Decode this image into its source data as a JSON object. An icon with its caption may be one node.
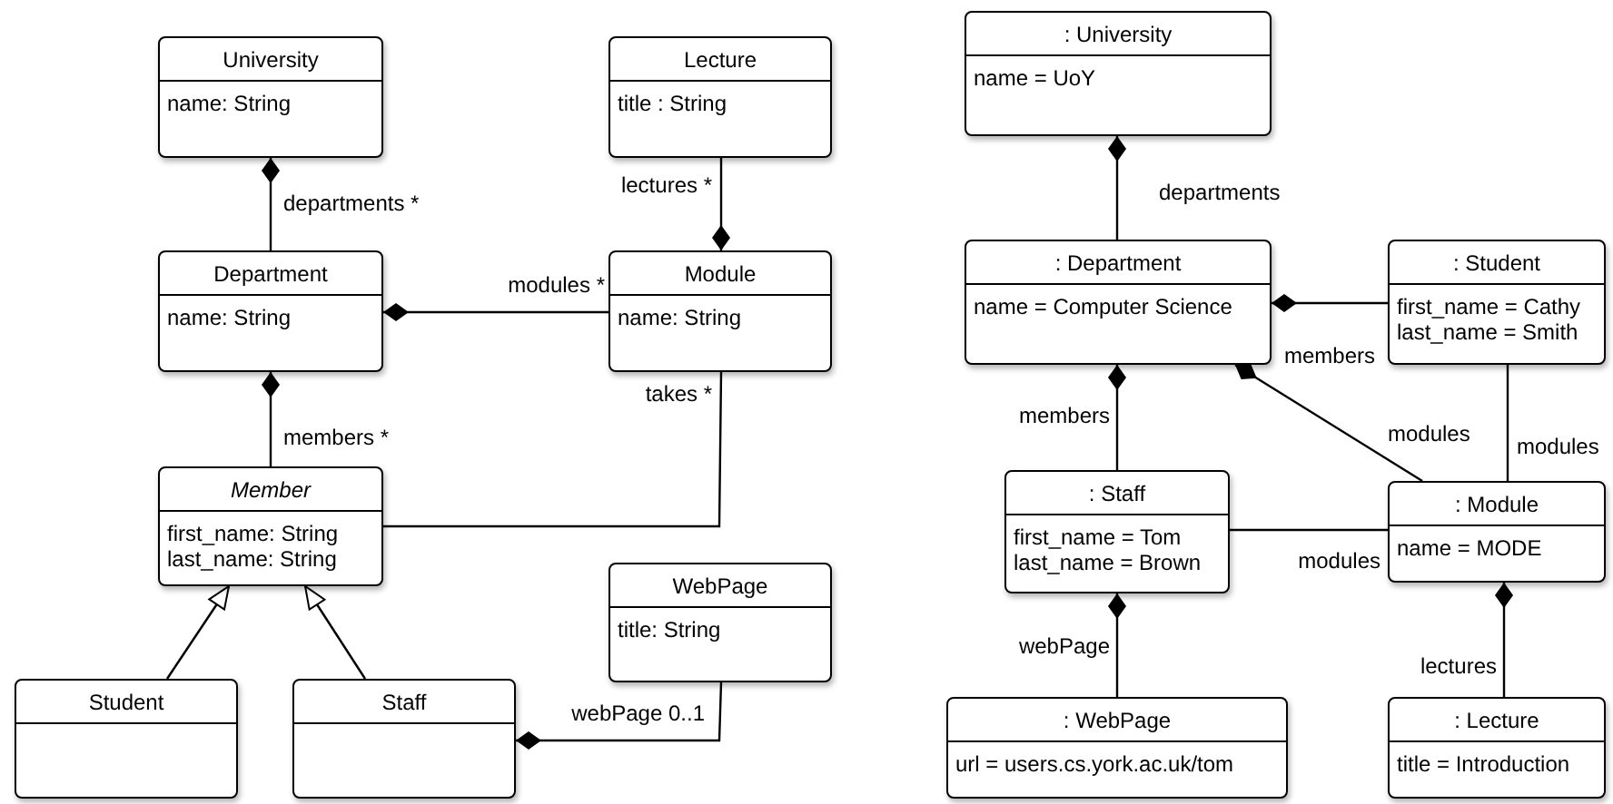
{
  "diagram": {
    "nodes": [
      {
        "text": [
          "University",
          "name: String"
        ]
      },
      {
        "text": [
          "Lecture",
          "title : String"
        ]
      },
      {
        "text": [
          "Department",
          "name: String"
        ]
      },
      {
        "text": [
          "Module",
          "name: String"
        ]
      },
      {
        "text": [
          "*Member*",
          "first_name: String",
          "last_name: String"
        ]
      },
      {
        "text": [
          "WebPage",
          "title: String"
        ]
      },
      {
        "text": [
          "Student"
        ]
      },
      {
        "text": [
          "Staff"
        ]
      },
      {
        "text": [
          ": University",
          "name = UoY"
        ]
      },
      {
        "text": [
          ": Department",
          "name = Computer Science"
        ]
      },
      {
        "text": [
          ": Student",
          "first_name = Cathy",
          "last_name = Smith"
        ]
      },
      {
        "text": [
          ": Staff",
          "first_name = Tom",
          "last_name = Brown"
        ]
      },
      {
        "text": [
          ": Module",
          "name = MODE"
        ]
      },
      {
        "text": [
          ": WebPage",
          "url = users.cs.york.ac.uk/tom"
        ]
      },
      {
        "text": [
          ": Lecture",
          "title = Introduction"
        ]
      }
    ],
    "edges": [
      {
        "from": 0,
        "to": 2,
        "arrow": "other",
        "label": "departments *"
      },
      {
        "from": 3,
        "to": 1,
        "arrow": "other",
        "label": "lectures *"
      },
      {
        "from": 2,
        "to": 3,
        "arrow": "other",
        "label": "modules *"
      },
      {
        "from": 2,
        "to": 4,
        "arrow": "other",
        "label": "members *"
      },
      {
        "from": 3,
        "to": 4,
        "arrow": "none",
        "label": "takes *"
      },
      {
        "from": 6,
        "to": 4,
        "arrow": "to"
      },
      {
        "from": 7,
        "to": 4,
        "arrow": "to"
      },
      {
        "from": 7,
        "to": 5,
        "arrow": "other",
        "label": "webPage 0..1"
      },
      {
        "from": 8,
        "to": 9,
        "arrow": "other",
        "label": "departments"
      },
      {
        "from": 9,
        "to": 10,
        "arrow": "other",
        "label": "members"
      },
      {
        "from": 9,
        "to": 11,
        "arrow": "other",
        "label": "members"
      },
      {
        "from": 9,
        "to": 12,
        "arrow": "other",
        "label": "modules"
      },
      {
        "from": 10,
        "to": 12,
        "arrow": "none",
        "label": "modules"
      },
      {
        "from": 11,
        "to": 12,
        "arrow": "none",
        "label": "modules"
      },
      {
        "from": 11,
        "to": 13,
        "arrow": "other",
        "label": "webPage"
      },
      {
        "from": 12,
        "to": 14,
        "arrow": "other",
        "label": "lectures"
      }
    ]
  }
}
